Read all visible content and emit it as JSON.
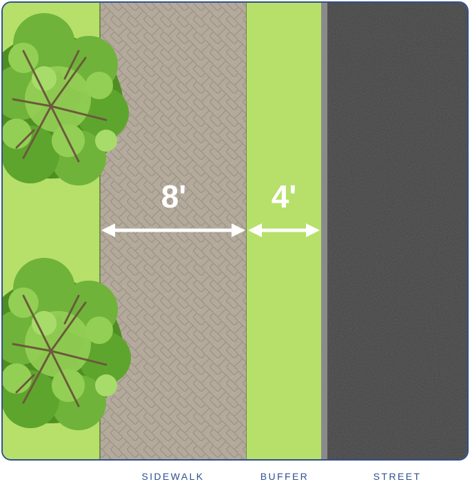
{
  "dimensions": {
    "sidewalk_width": "8'",
    "buffer_width": "4'"
  },
  "labels": {
    "sidewalk": "SIDEWALK",
    "buffer": "BUFFER",
    "street": "STREET"
  },
  "colors": {
    "grass": "#b6e06a",
    "paver": "#b4aa9c",
    "paver_dark": "#9c9386",
    "curb": "#8a8a8a",
    "asphalt": "#4a4a4a",
    "arrow": "#ffffff",
    "label": "#2c4f92",
    "frame": "#2f4f8f",
    "tree_dark": "#4f8f22",
    "tree_mid": "#6fb33a",
    "tree_light": "#93cf55",
    "branch": "#6b5a3b"
  },
  "icons": [
    "tree-canopy-icon",
    "double-arrow-icon"
  ]
}
